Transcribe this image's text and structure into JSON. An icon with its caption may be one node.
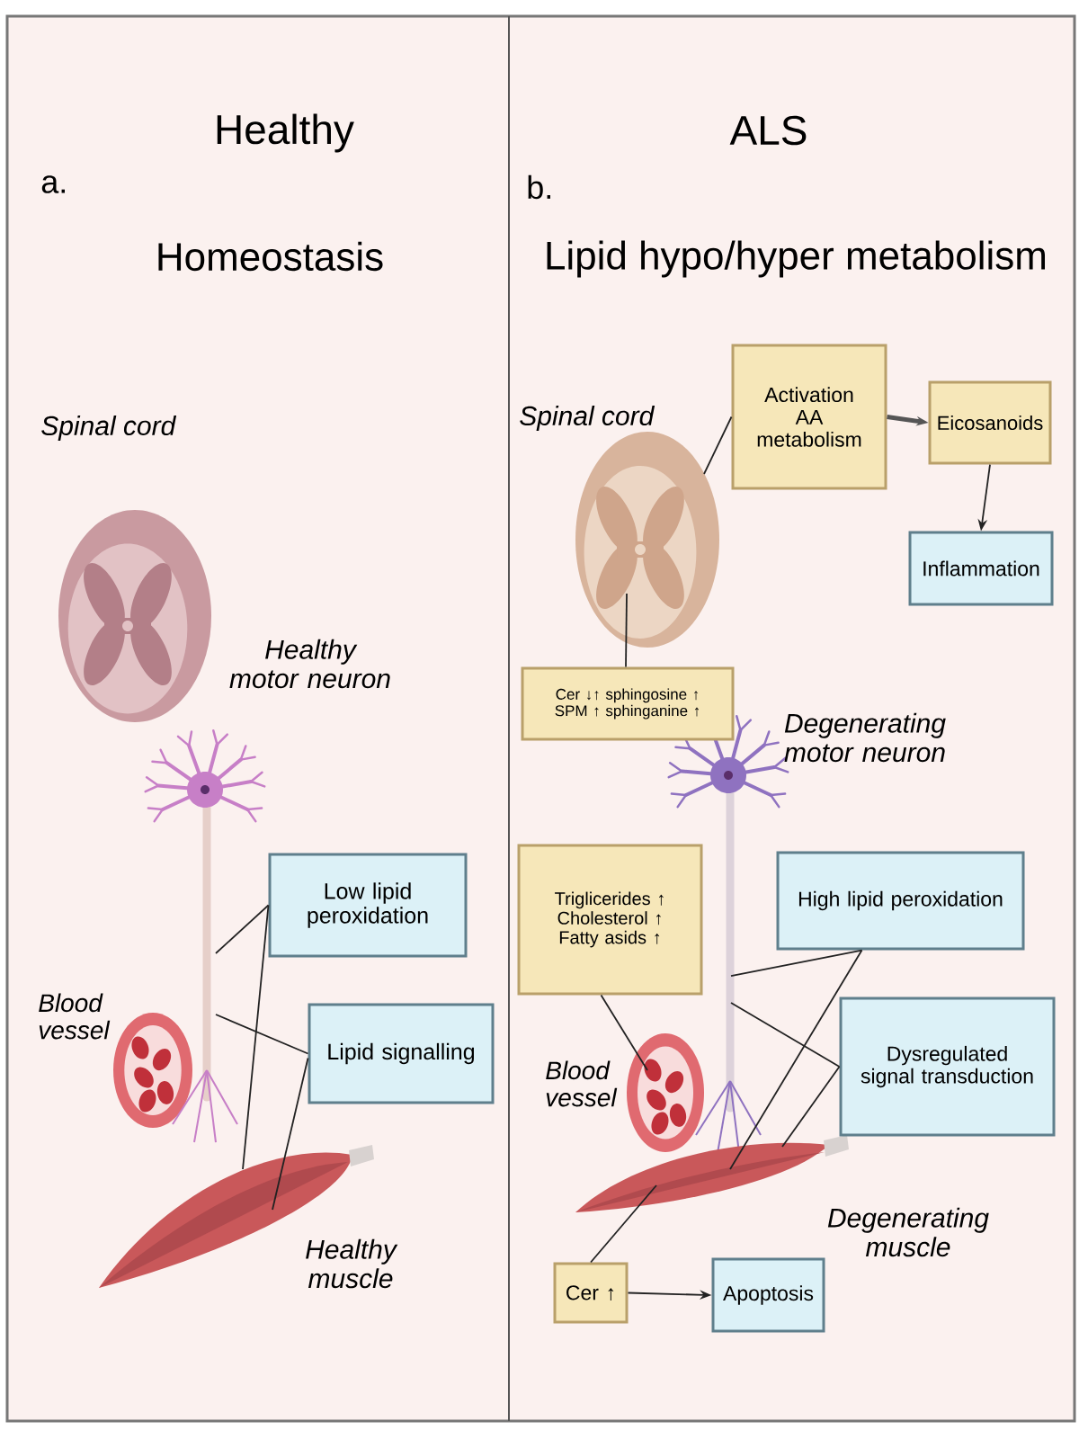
{
  "diagram": {
    "nodes": [
      {
        "text": [
          "Low lipid peroxidation"
        ]
      },
      {
        "text": [
          "Lipid signalling"
        ]
      },
      {
        "text": [],
        "shape": "picture"
      },
      {
        "text": [],
        "shape": "picture"
      },
      {
        "text": [
          "Activation AA metabolism"
        ]
      },
      {
        "text": [
          "Eicosanoids"
        ]
      },
      {
        "text": [
          "Inflammation"
        ]
      },
      {
        "text": [],
        "shape": "picture"
      },
      {
        "text": [
          "Cer ↓↑ sphingosine ↑ SPM ↑ sphinganine ↑"
        ]
      },
      {
        "text": [],
        "shape": "picture"
      },
      {
        "text": [
          "Triglicerides ↑ Cholesterol ↑ Fatty asids ↑"
        ]
      },
      {
        "text": [
          "High lipid peroxidation"
        ]
      },
      {
        "text": [
          "Dysregulated signal transduction"
        ]
      },
      {
        "text": [],
        "shape": "picture"
      },
      {
        "text": [],
        "shape": "picture"
      },
      {
        "text": [
          "Cer ↑"
        ]
      },
      {
        "text": [
          "Apoptosis"
        ]
      }
    ],
    "edges": [
      {
        "from": 0,
        "to": 2,
        "arrow": "none"
      },
      {
        "from": 0,
        "to": 3,
        "arrow": "none"
      },
      {
        "from": 1,
        "to": 2,
        "arrow": "none"
      },
      {
        "from": 1,
        "to": 3,
        "arrow": "none"
      },
      {
        "from": 4,
        "to": 7,
        "arrow": "none"
      },
      {
        "from": 4,
        "to": 5,
        "arrow": "to",
        "style": "thick"
      },
      {
        "from": 5,
        "to": 6,
        "arrow": "to"
      },
      {
        "from": 8,
        "to": 7,
        "arrow": "none"
      },
      {
        "from": 10,
        "to": 13,
        "arrow": "none"
      },
      {
        "from": 11,
        "to": 9,
        "arrow": "none"
      },
      {
        "from": 11,
        "to": 14,
        "arrow": "none"
      },
      {
        "from": 12,
        "to": 9,
        "arrow": "none"
      },
      {
        "from": 12,
        "to": 14,
        "arrow": "none"
      },
      {
        "from": 15,
        "to": 14,
        "arrow": "none"
      },
      {
        "from": 15,
        "to": 16,
        "arrow": "to"
      }
    ],
    "labels": [
      "Healthy",
      "a.",
      "Homeostasis",
      "Spinal cord",
      "Healthy motor neuron",
      "Blood vessel",
      "Healthy muscle",
      "ALS",
      "b.",
      "Lipid hypo/hyper metabolism",
      "Spinal cord",
      "Degenerating motor neuron",
      "Blood vessel",
      "Degenerating muscle"
    ]
  }
}
